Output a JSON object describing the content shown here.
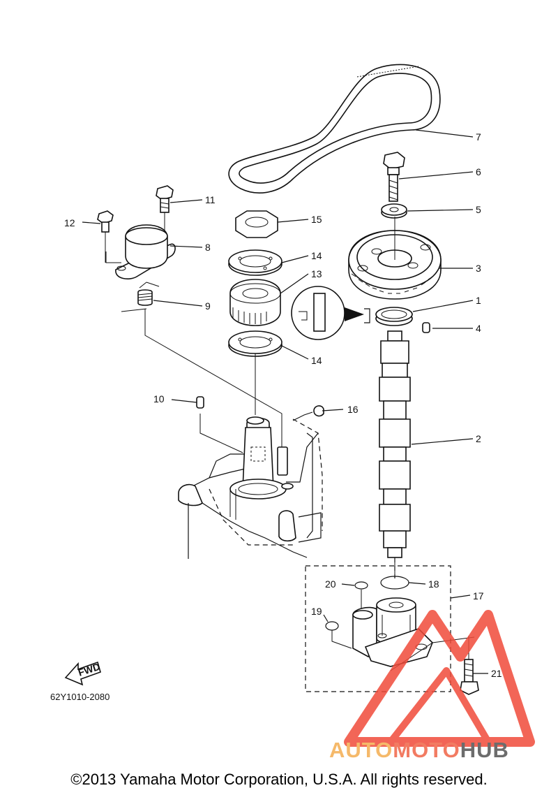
{
  "diagram": {
    "code": "62Y1010-2080",
    "copyright": "©2013 Yamaha Motor Corporation, U.S.A. All rights reserved.",
    "fwd_label": "FWD",
    "callouts": [
      {
        "id": "c1",
        "label": "1"
      },
      {
        "id": "c2",
        "label": "2"
      },
      {
        "id": "c3",
        "label": "3"
      },
      {
        "id": "c4",
        "label": "4"
      },
      {
        "id": "c5",
        "label": "5"
      },
      {
        "id": "c6",
        "label": "6"
      },
      {
        "id": "c7",
        "label": "7"
      },
      {
        "id": "c8",
        "label": "8"
      },
      {
        "id": "c9",
        "label": "9"
      },
      {
        "id": "c10",
        "label": "10"
      },
      {
        "id": "c11",
        "label": "11"
      },
      {
        "id": "c12",
        "label": "12"
      },
      {
        "id": "c13",
        "label": "13"
      },
      {
        "id": "c14a",
        "label": "14"
      },
      {
        "id": "c14b",
        "label": "14"
      },
      {
        "id": "c15",
        "label": "15"
      },
      {
        "id": "c16",
        "label": "16"
      },
      {
        "id": "c17",
        "label": "17"
      },
      {
        "id": "c18",
        "label": "18"
      },
      {
        "id": "c19",
        "label": "19"
      },
      {
        "id": "c20",
        "label": "20"
      },
      {
        "id": "c21",
        "label": "21"
      }
    ]
  },
  "watermark": {
    "part1": "AUTO",
    "part2": "MOTO",
    "part3": "HUB",
    "colors": {
      "auto": "#f5b96a",
      "moto": "#f27b62",
      "hub": "#6c6c6c",
      "triangle": "#f04b3a"
    }
  }
}
